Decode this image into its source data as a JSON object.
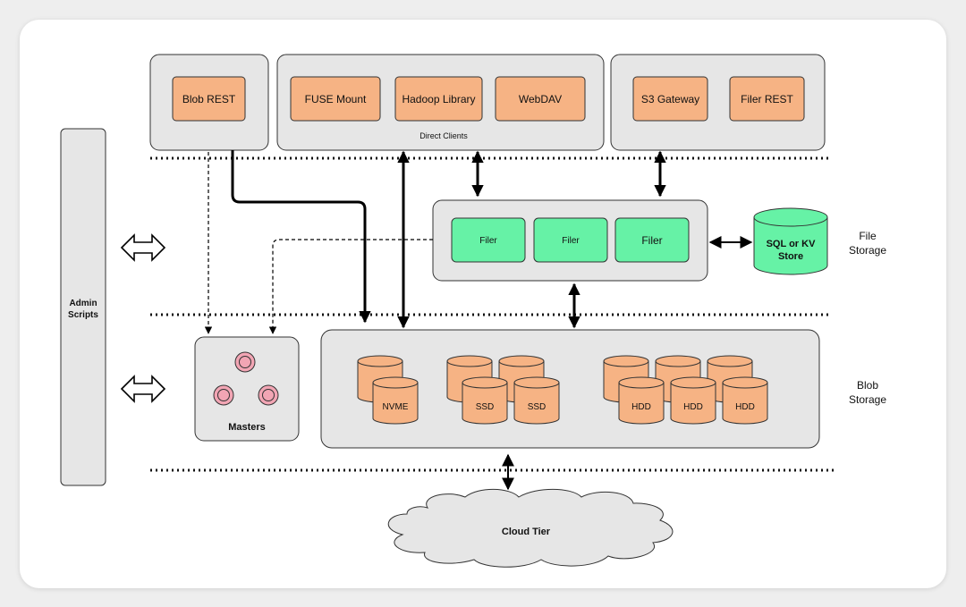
{
  "clients": {
    "blob_rest": "Blob REST",
    "fuse_mount": "FUSE Mount",
    "hadoop_library": "Hadoop Library",
    "webdav": "WebDAV",
    "direct_clients": "Direct Clients",
    "s3_gateway": "S3 Gateway",
    "filer_rest": "Filer REST"
  },
  "admin": {
    "label_line1": "Admin",
    "label_line2": "Scripts"
  },
  "file_storage": {
    "filer1": "Filer",
    "filer2": "Filer",
    "filer3": "Filer",
    "store_line1": "SQL or KV",
    "store_line2": "Store",
    "side_line1": "File",
    "side_line2": "Storage"
  },
  "blob_storage": {
    "masters": "Masters",
    "nvme": "NVME",
    "ssd1": "SSD",
    "ssd2": "SSD",
    "hdd1": "HDD",
    "hdd2": "HDD",
    "hdd3": "HDD",
    "side_line1": "Blob",
    "side_line2": "Storage"
  },
  "cloud": {
    "label": "Cloud Tier"
  },
  "colors": {
    "client_box": "#f6b384",
    "filer_box": "#66f2a6",
    "panel": "#e6e6e6",
    "master_node": "#f2a5b4"
  }
}
